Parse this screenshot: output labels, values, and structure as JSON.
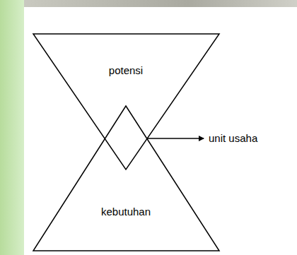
{
  "diagram": {
    "nodes": [
      {
        "text": [
          "potensi"
        ]
      },
      {
        "text": [
          "kebutuhan"
        ]
      }
    ],
    "labels": [
      "unit usaha"
    ]
  }
}
